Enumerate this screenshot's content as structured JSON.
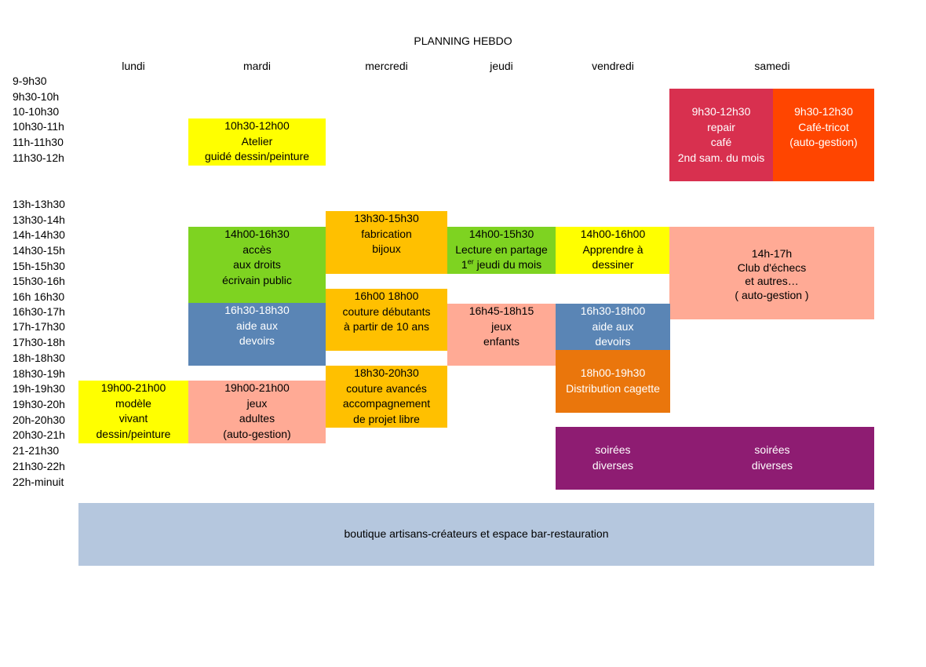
{
  "title": "PLANNING HEBDO",
  "days": [
    "lundi",
    "mardi",
    "mercredi",
    "jeudi",
    "vendredi",
    "samedi"
  ],
  "times": [
    "9-9h30",
    "9h30-10h",
    "10-10h30",
    "10h30-11h",
    "11h-11h30",
    "11h30-12h",
    "13h-13h30",
    "13h30-14h",
    "14h-14h30",
    "14h30-15h",
    "15h-15h30",
    "15h30-16h",
    "16h 16h30",
    "16h30-17h",
    "17h-17h30",
    "17h30-18h",
    "18h-18h30",
    "18h30-19h",
    "19h-19h30",
    "19h30-20h",
    "20h-20h30",
    "20h30-21h",
    "21-21h30",
    "21h30-22h",
    "22h-minuit"
  ],
  "activities": {
    "sat_repair": [
      "9h30-12h30",
      "repair",
      "café",
      "2nd sam. du mois"
    ],
    "sat_tricot": [
      "9h30-12h30",
      "Café-tricot",
      "(auto-gestion)"
    ],
    "tue_atelier": [
      "10h30-12h00",
      "Atelier",
      "guidé dessin/peinture"
    ],
    "wed_bijoux": [
      "13h30-15h30",
      "fabrication",
      "bijoux"
    ],
    "tue_acces": [
      "14h00-16h30",
      "accès",
      "aux droits",
      "écrivain public"
    ],
    "thu_lecture": [
      "14h00-15h30",
      "Lecture en partage",
      "er",
      " jeudi du mois",
      "1"
    ],
    "fri_dessiner": [
      "14h00-16h00",
      "Apprendre à",
      "dessiner"
    ],
    "sat_echecs": [
      "14h-17h",
      "Club d'échecs",
      "et autres…",
      "( auto-gestion )"
    ],
    "wed_couture_deb": [
      "16h00 18h00",
      "couture débutants",
      "à partir de 10 ans"
    ],
    "tue_devoirs": [
      "16h30-18h30",
      "aide aux",
      "devoirs"
    ],
    "thu_jeux": [
      "16h45-18h15",
      "jeux",
      "enfants"
    ],
    "fri_devoirs": [
      "16h30-18h00",
      "aide aux",
      "devoirs"
    ],
    "fri_cagette": [
      "18h00-19h30",
      "Distribution cagette"
    ],
    "wed_couture_av": [
      "18h30-20h30",
      "couture avancés",
      "accompagnement",
      "de projet libre"
    ],
    "mon_modele": [
      "19h00-21h00",
      "modèle",
      "vivant",
      "dessin/peinture"
    ],
    "tue_jeux_adultes": [
      "19h00-21h00",
      "jeux",
      "adultes",
      "(auto-gestion)"
    ],
    "fri_soirees": [
      "soirées",
      "diverses"
    ],
    "sat_soirees": [
      "soirées",
      "diverses"
    ],
    "boutique": "boutique artisans-créateurs et espace bar-restauration"
  },
  "colors": {
    "yellow": "#ffff00",
    "lime": "#7ed321",
    "orange": "#ffc000",
    "salmon": "#ffaa95",
    "steel": "#5a85b5",
    "magenta": "#d8304f",
    "redorange": "#ff4500",
    "darkorange": "#ea760c",
    "purple": "#8e1c72",
    "lightblue": "#b5c7de"
  }
}
